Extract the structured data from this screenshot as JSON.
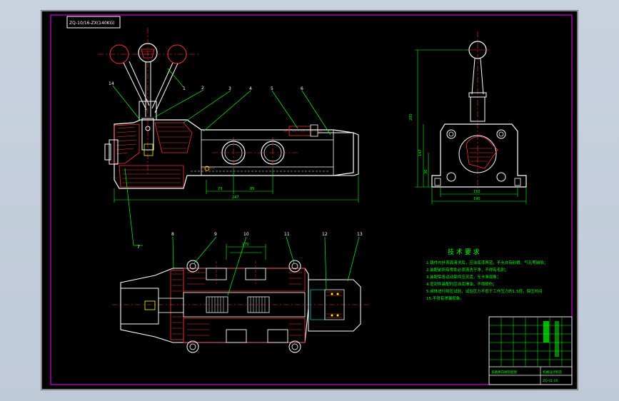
{
  "drawing": {
    "title_tag": "ZQ-10/16-ZX(140KG)",
    "balloons": [
      "14",
      "2",
      "3",
      "4",
      "5",
      "6",
      "1",
      "7",
      "8",
      "9",
      "10",
      "11",
      "12",
      "13"
    ],
    "dimensions": {
      "front_small_1": "73",
      "front_small_2": "85",
      "front_overall": "247",
      "side_height": "200",
      "side_mid": "147",
      "side_low": "30",
      "side_base_1": "150",
      "side_base_2": "190",
      "bottom_top_1": "170"
    },
    "tech": {
      "title": "技 术 要 求",
      "lines": [
        "1.铸件内外表面清洗后，应涂底漆两道，不允许有砂眼、气孔等缺陷；",
        "2.装配前所有零件必须清洗干净，不得有毛刺；",
        "3.装配后各运动部件应灵活，无卡滞现象；",
        "4.密封件装配时应涂润滑油，不得损伤；",
        "5.阀体进行耐压试验，试验压力不低于工作压力的1.5倍，保压时间",
        "15.不得有渗漏现象。"
      ]
    },
    "title_block": {
      "name": "多路换向阀装配图",
      "company": "机械设计制造",
      "code": "ZQ-01-00"
    }
  },
  "colors": {
    "background": "#000000",
    "frame": "#ffffff",
    "magenta": "#ff00ff",
    "green": "#00ff00",
    "yellow": "#ffff00",
    "red": "#ff3030",
    "white": "#ffffff",
    "cyan": "#00c8c8",
    "text_green": "#00ff00"
  }
}
